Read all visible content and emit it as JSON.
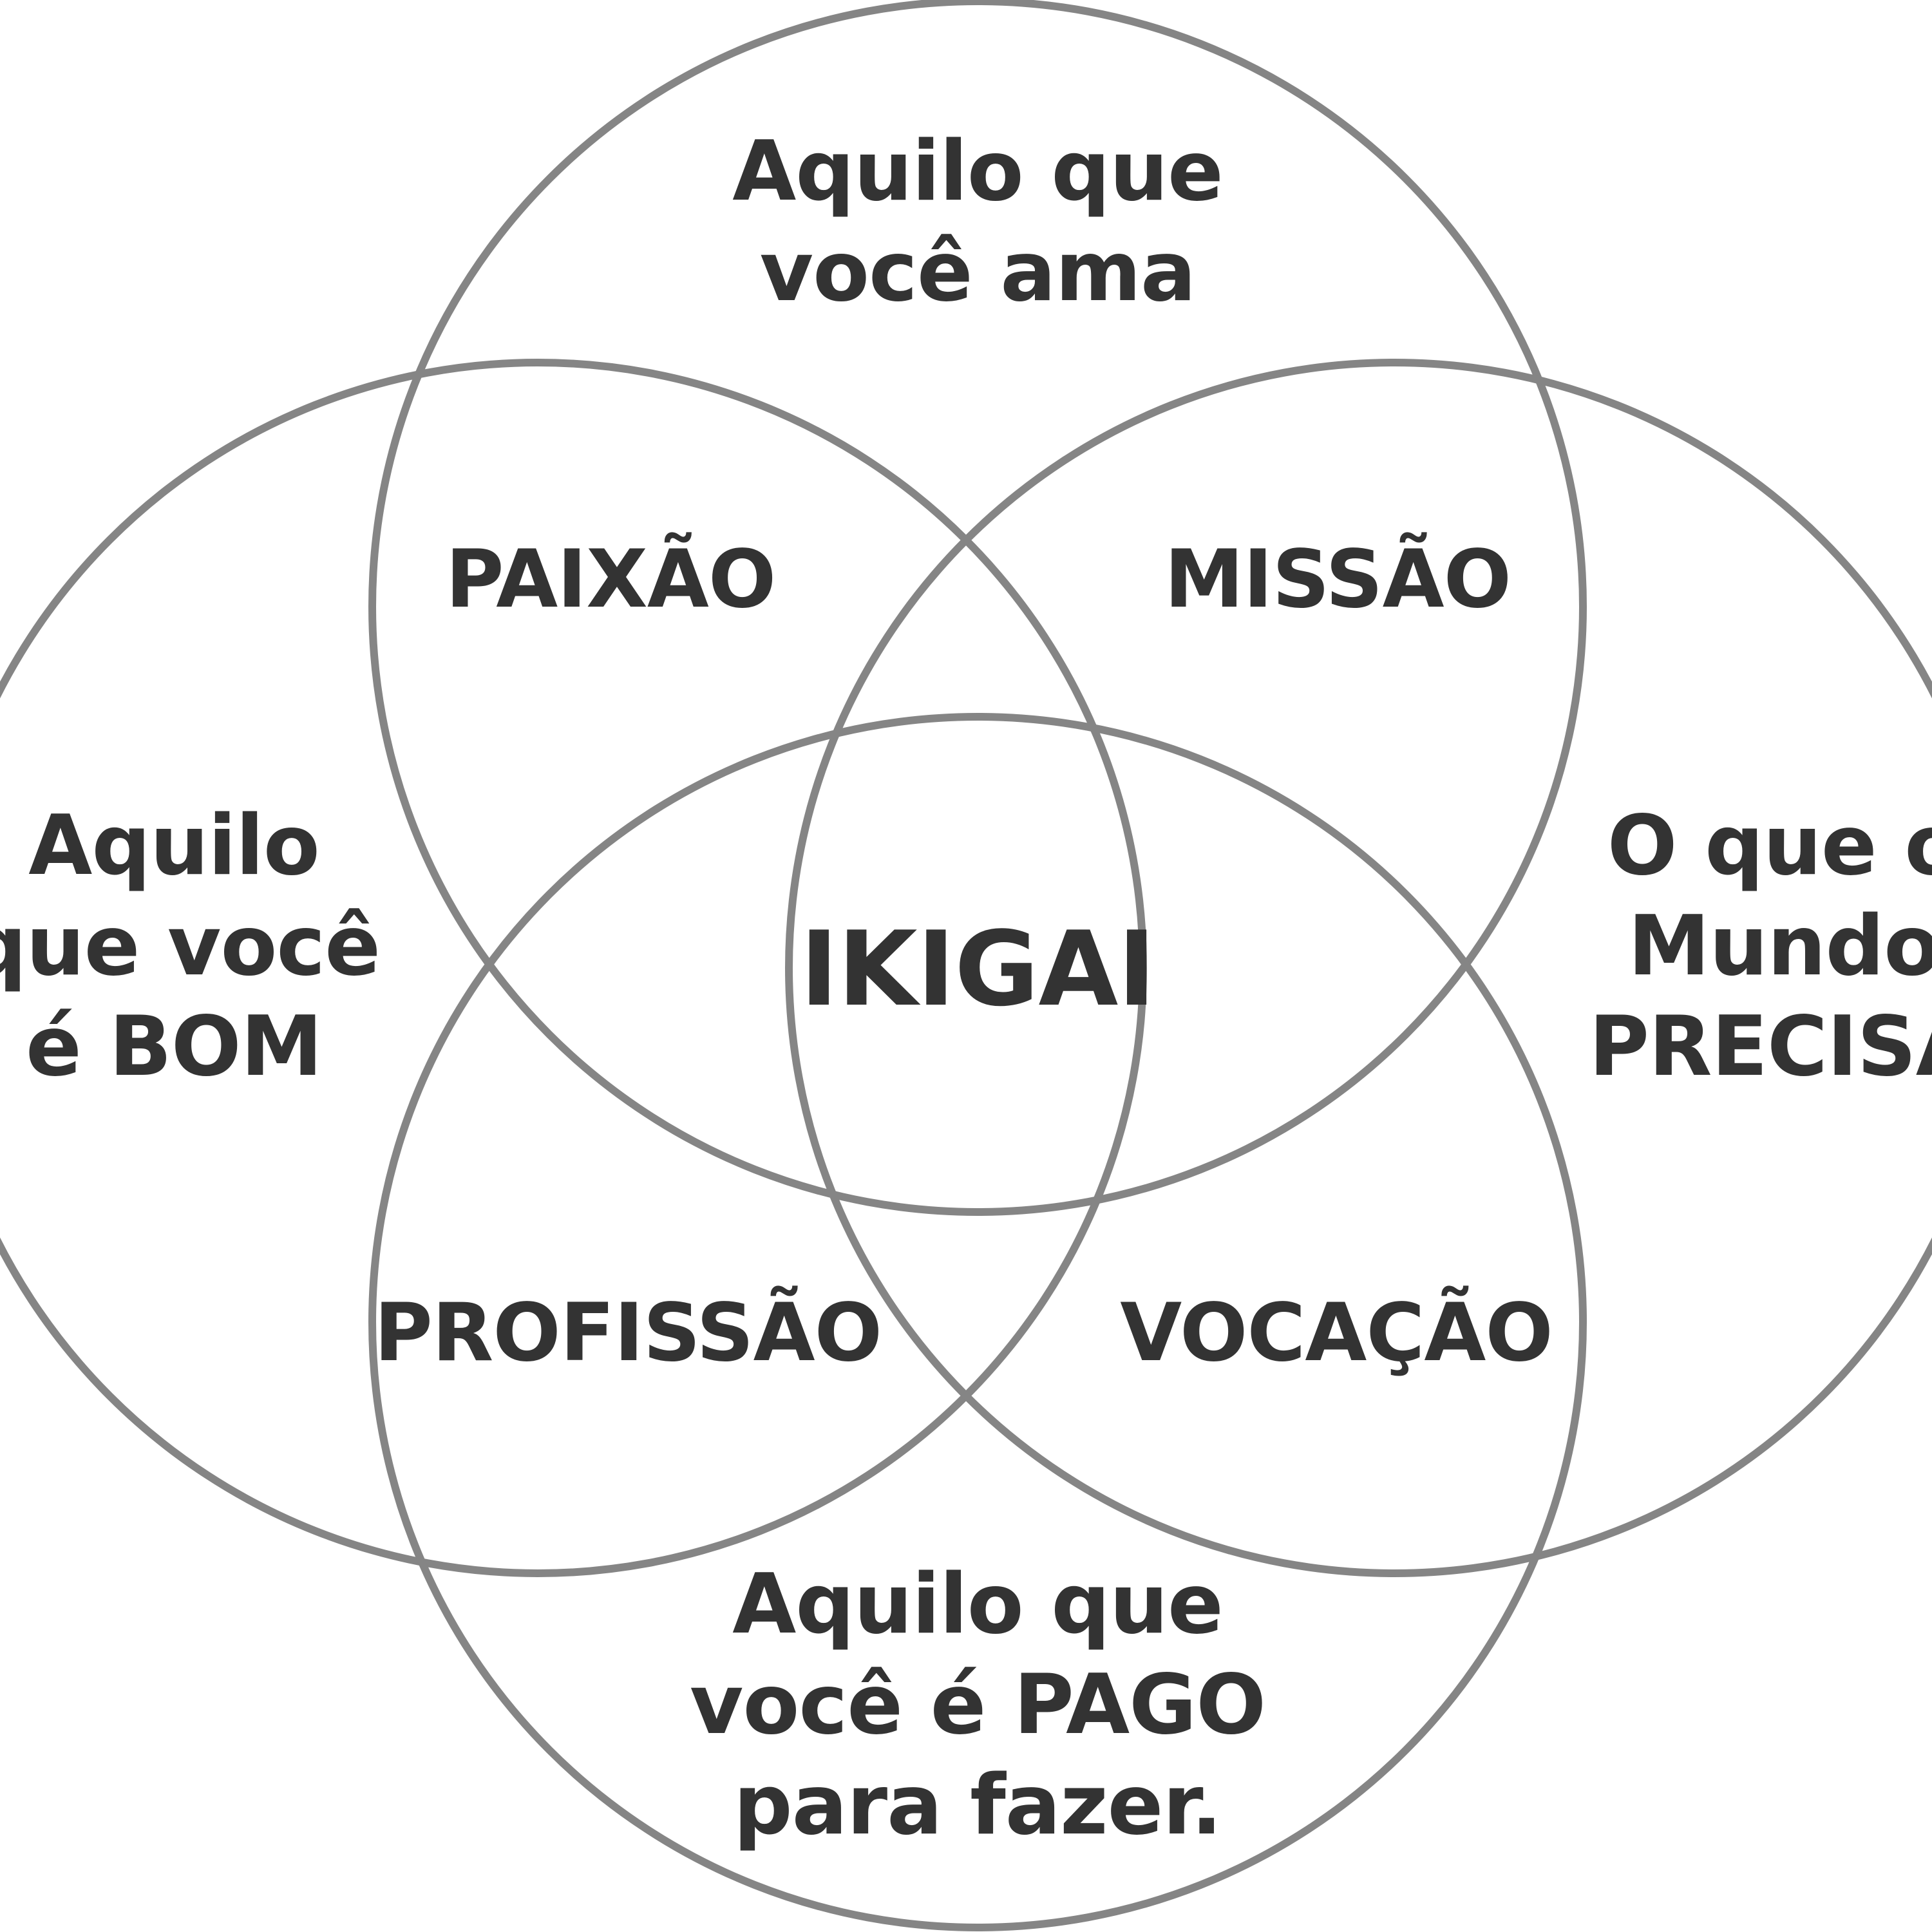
{
  "colors": {
    "stroke": "#858585",
    "text": "#333333",
    "background": "#ffffff"
  },
  "circles": {
    "top": "Aquilo que você ama",
    "left": "Aquilo que você é BOM",
    "right": "O que o Mundo PRECISA",
    "bottom": "Aquilo que você é PAGO para fazer."
  },
  "labels": {
    "top": [
      "Aquilo que",
      "você ama"
    ],
    "left": [
      "Aquilo",
      "que você",
      "é BOM"
    ],
    "right": [
      "O que o",
      "Mundo",
      "PRECISA"
    ],
    "bottom": [
      "Aquilo que",
      "você é PAGO",
      "para fazer."
    ],
    "paixao": "PAIXÃO",
    "missao": "MISSÃO",
    "profissao": "PROFISSÃO",
    "vocacao": "VOCAÇÃO",
    "ikigai": "IKIGAI"
  }
}
